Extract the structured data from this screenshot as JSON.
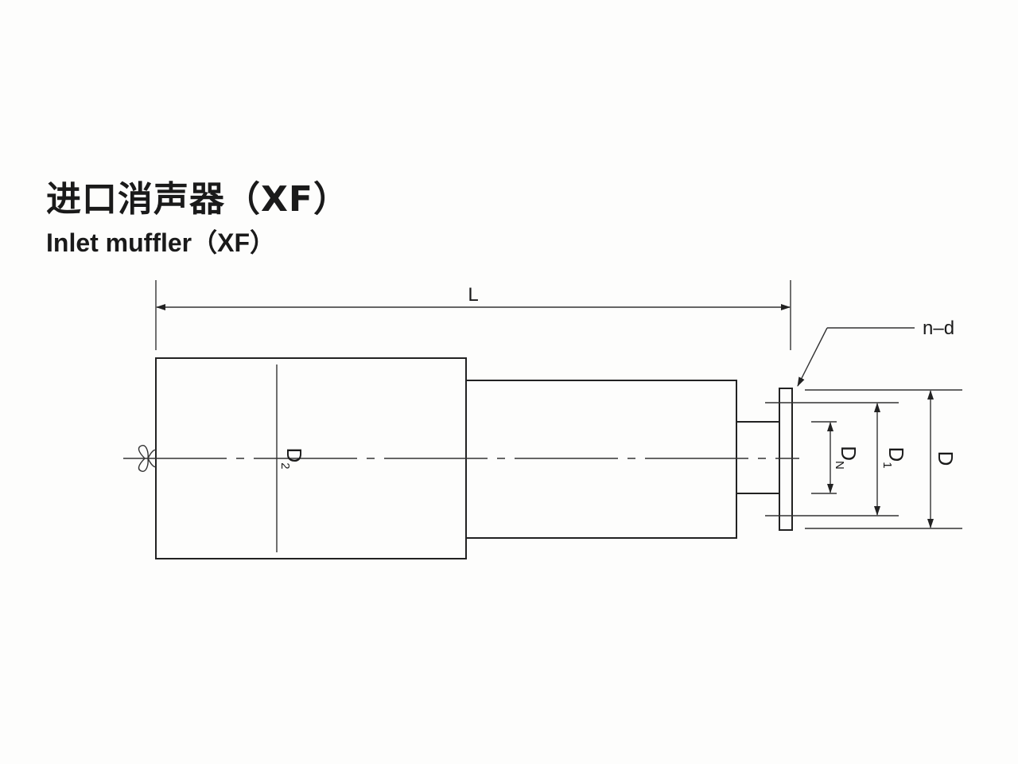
{
  "title": {
    "zh": "进口消声器（XF）",
    "en": "Inlet muffler（XF）"
  },
  "labels": {
    "length": "L",
    "bolt_holes": "n–d",
    "body_diameter": {
      "base": "D",
      "sub": "2"
    },
    "nominal_diameter": {
      "base": "D",
      "sub": "N"
    },
    "bolt_circle_diameter": {
      "base": "D",
      "sub": "1"
    },
    "flange_outer_diameter": {
      "base": "D"
    }
  },
  "colors": {
    "line": "#222222",
    "background": "#fdfdfc"
  }
}
